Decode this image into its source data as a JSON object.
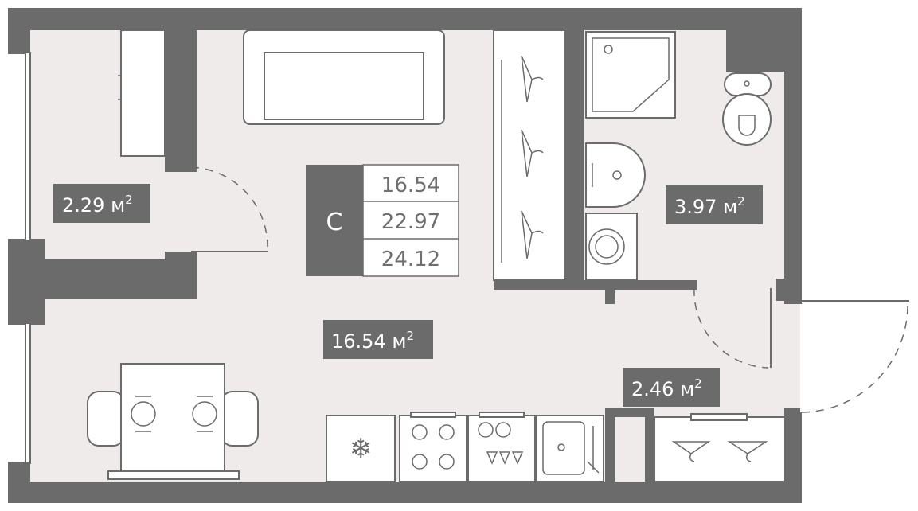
{
  "summary": {
    "type_letter": "С",
    "rows": [
      "16.54",
      "22.97",
      "24.12"
    ]
  },
  "rooms": {
    "storage": {
      "area": "2.29 м",
      "sup": "2"
    },
    "bathroom": {
      "area": "3.97 м",
      "sup": "2"
    },
    "living": {
      "area": "16.54 м",
      "sup": "2"
    },
    "hall": {
      "area": "2.46 м",
      "sup": "2"
    }
  },
  "colors": {
    "wall": "#6b6b6b",
    "floor": "#efebeb",
    "label_bg": "#6b6b6b",
    "label_text": "#ffffff"
  },
  "icons": [
    "snowflake-icon",
    "hanger-icon",
    "plate-icon",
    "burner-icon",
    "sink-icon",
    "toilet-icon",
    "shower-icon",
    "washing-machine-icon"
  ]
}
